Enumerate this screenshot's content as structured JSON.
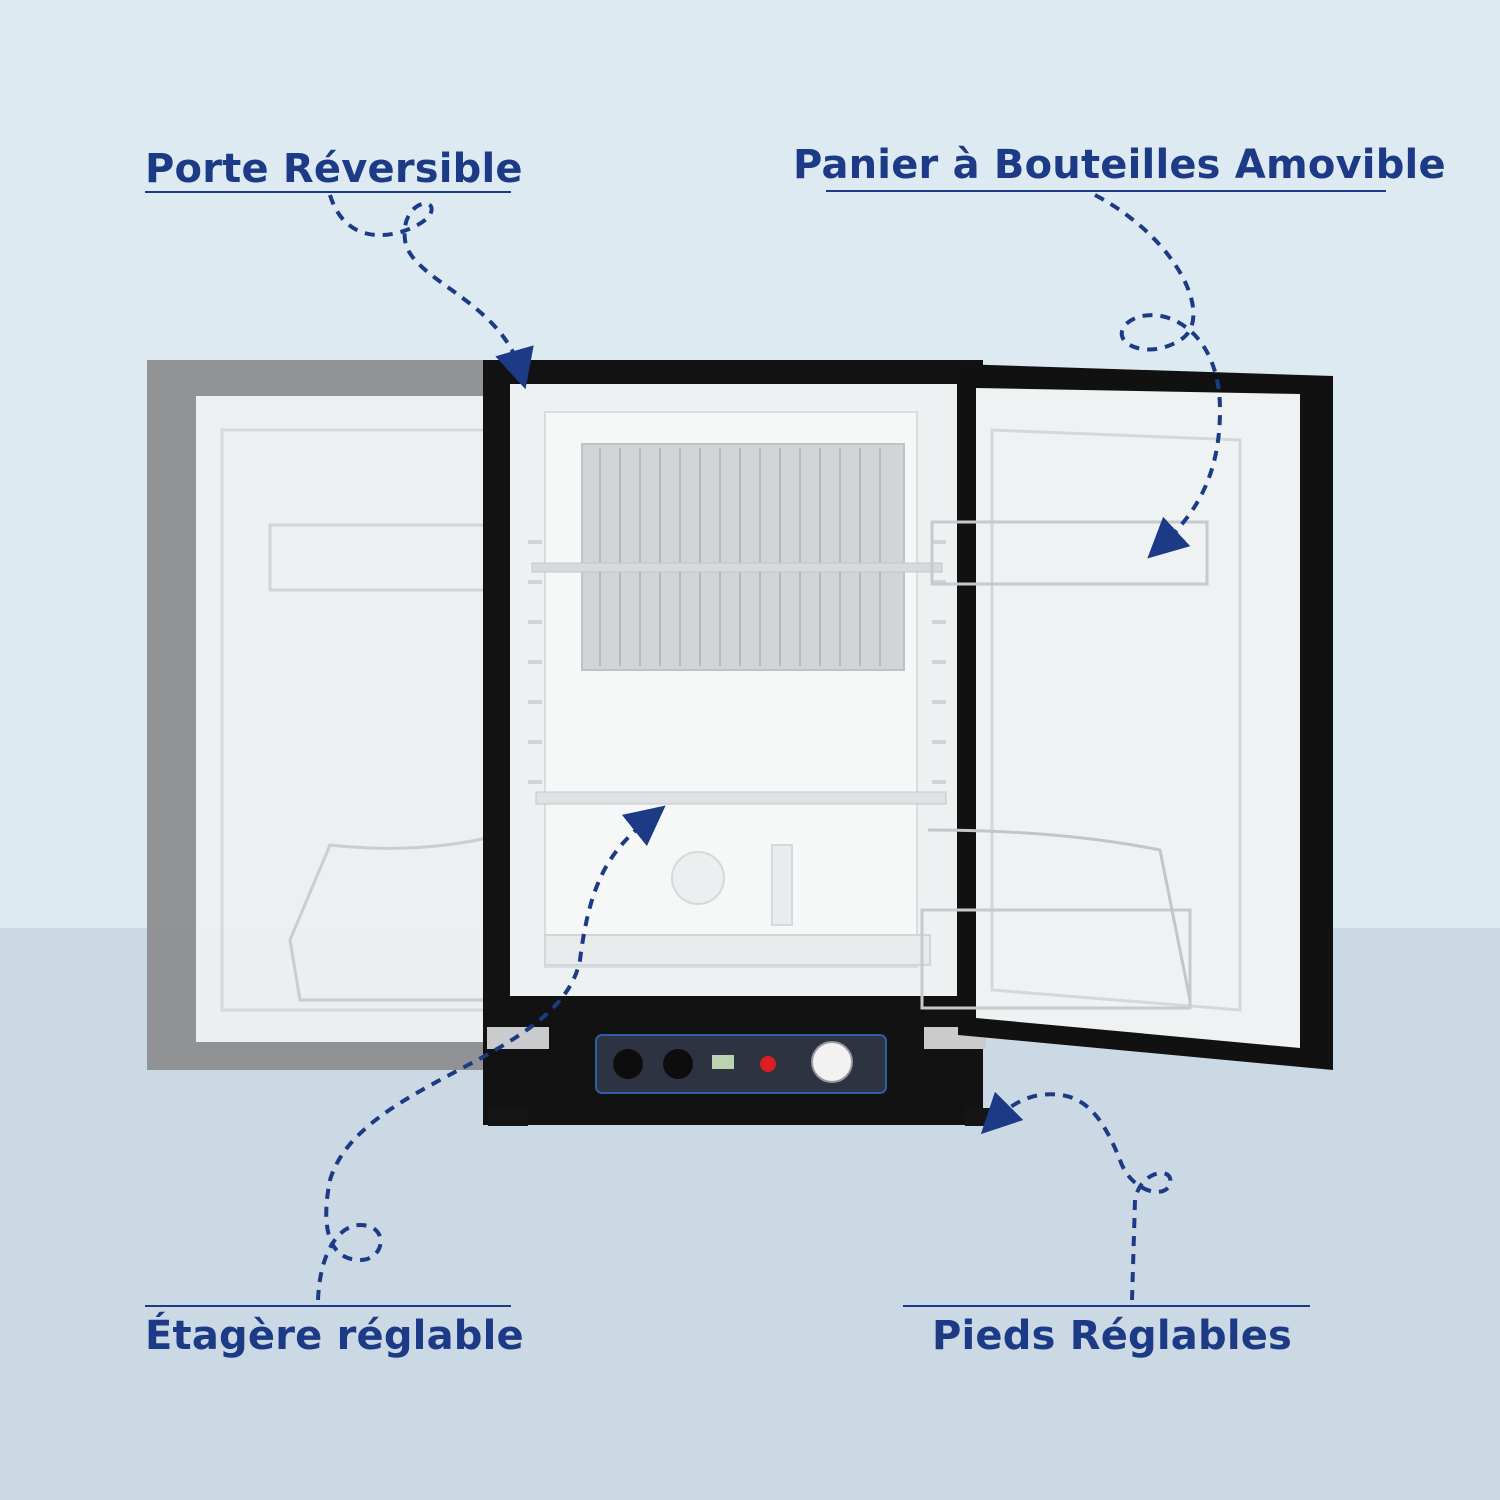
{
  "scene": {
    "subject": "fridge-with-open-doors",
    "colors": {
      "wall": "#ddeaf2",
      "floor": "#cad9e3",
      "accent": "#1c3a85",
      "body": "#111111",
      "interior": "#eef1f2",
      "ghost_door": "#8d8f91"
    }
  },
  "callouts": {
    "top_left": "Porte Réversible",
    "top_right": "Panier à Bouteilles Amovible",
    "bottom_left": "Étagère réglable",
    "bottom_right": "Pieds Réglables"
  },
  "icons": [
    "dashed-arrow-icon",
    "dashed-arrow-icon",
    "dashed-arrow-icon",
    "dashed-arrow-icon"
  ]
}
